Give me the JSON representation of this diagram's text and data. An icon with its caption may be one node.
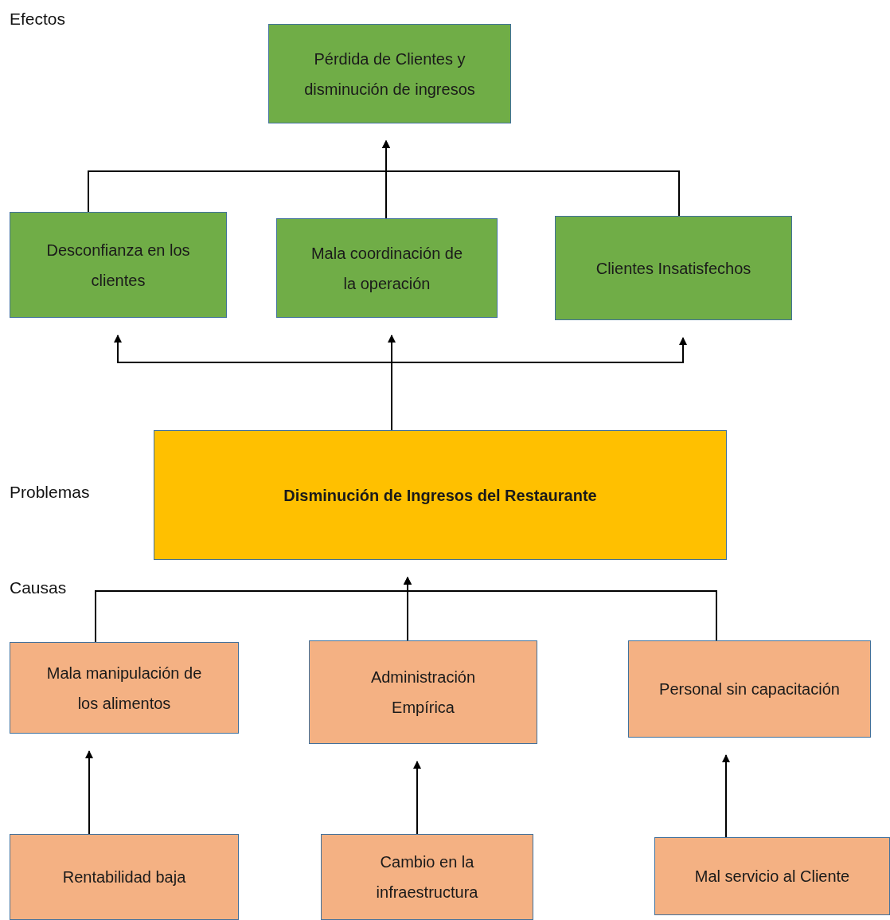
{
  "diagram": {
    "nodes": [
      {
        "text": [
          "Pérdida de Clientes y disminución de ingresos"
        ]
      },
      {
        "text": [
          "Desconfianza en los clientes"
        ]
      },
      {
        "text": [
          "Mala coordinación de la operación"
        ]
      },
      {
        "text": [
          "Clientes Insatisfechos"
        ]
      },
      {
        "text": [
          "Disminución de Ingresos del Restaurante"
        ]
      },
      {
        "text": [
          "Mala manipulación de los alimentos"
        ]
      },
      {
        "text": [
          "Administración Empírica"
        ]
      },
      {
        "text": [
          "Personal sin capacitación"
        ]
      },
      {
        "text": [
          "Rentabilidad baja"
        ]
      },
      {
        "text": [
          "Cambio en la infraestructura"
        ]
      },
      {
        "text": [
          "Mal servicio al Cliente"
        ]
      }
    ],
    "edges": [
      {
        "from": 1,
        "to": 0,
        "arrow": "to"
      },
      {
        "from": 2,
        "to": 0,
        "arrow": "to"
      },
      {
        "from": 3,
        "to": 0,
        "arrow": "to"
      },
      {
        "from": 4,
        "to": 1,
        "arrow": "to"
      },
      {
        "from": 4,
        "to": 2,
        "arrow": "to"
      },
      {
        "from": 4,
        "to": 3,
        "arrow": "to"
      },
      {
        "from": 5,
        "to": 4,
        "arrow": "to"
      },
      {
        "from": 6,
        "to": 4,
        "arrow": "to"
      },
      {
        "from": 7,
        "to": 4,
        "arrow": "to"
      },
      {
        "from": 8,
        "to": 5,
        "arrow": "to"
      },
      {
        "from": 9,
        "to": 6,
        "arrow": "to"
      },
      {
        "from": 10,
        "to": 7,
        "arrow": "to"
      }
    ],
    "labels": [
      "Efectos",
      "Problemas",
      "Causas"
    ]
  }
}
